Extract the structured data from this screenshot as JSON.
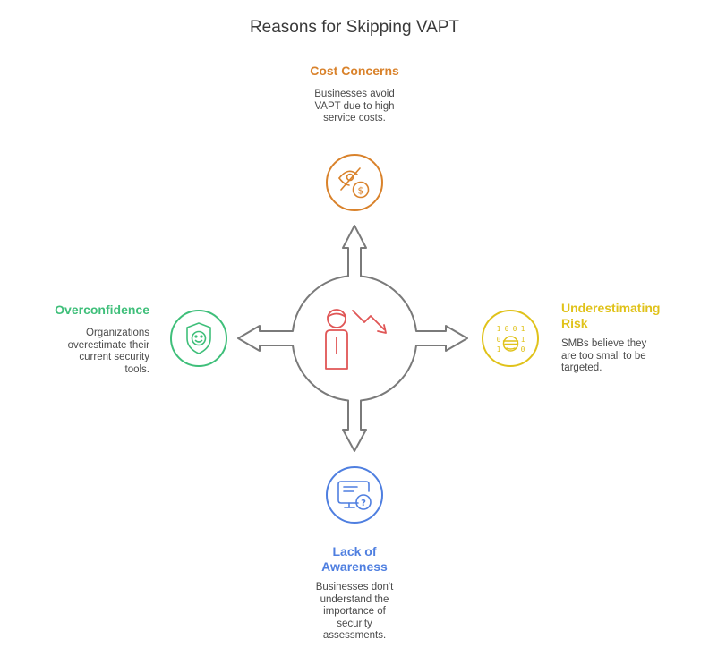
{
  "title": "Reasons for Skipping VAPT",
  "colors": {
    "cost": "#d9822b",
    "risk": "#e0c21a",
    "awareness": "#4f7fe0",
    "overconfidence": "#3fbf7a",
    "center_icon": "#e05656",
    "hub": "#7a7a7a"
  },
  "nodes": {
    "cost": {
      "heading": "Cost Concerns",
      "desc": [
        "Businesses avoid",
        "VAPT due to high",
        "service costs."
      ],
      "icon": "money-hidden-icon"
    },
    "risk": {
      "heading": [
        "Underestimating",
        "Risk"
      ],
      "desc": [
        "SMBs believe they",
        "are too small to be",
        "targeted."
      ],
      "icon": "hacker-binary-icon"
    },
    "awareness": {
      "heading": [
        "Lack of",
        "Awareness"
      ],
      "desc": [
        "Businesses don't",
        "understand the",
        "importance of",
        "security",
        "assessments."
      ],
      "icon": "monitor-question-icon"
    },
    "overconfidence": {
      "heading": "Overconfidence",
      "desc": [
        "Organizations",
        "overestimate their",
        "current security",
        "tools."
      ],
      "icon": "shield-face-icon"
    }
  },
  "center": {
    "icon": "person-decline-icon"
  },
  "binary_digits": [
    "1",
    "0",
    "0",
    "1",
    "0",
    "1",
    "1",
    "0"
  ]
}
